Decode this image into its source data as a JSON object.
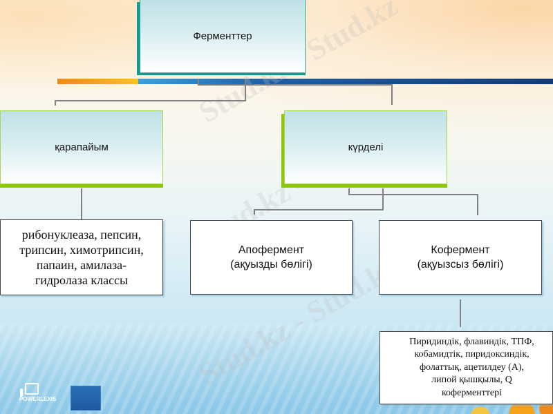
{
  "diagram": {
    "root": {
      "label": "Ферменттер"
    },
    "simple": {
      "label": "қарапайым"
    },
    "complex": {
      "label": "күрделі"
    },
    "simple_examples": {
      "lines": [
        "рибонуклеаза, пепсин,",
        "трипсин, химотрипсин,",
        "папаин, амилаза-",
        "гидролаза классы"
      ]
    },
    "apoenzyme": {
      "lines": [
        "Апофермент",
        "(ақуызды бөлігі)"
      ]
    },
    "coenzyme": {
      "lines": [
        "Кофермент",
        "(ақуызсыз бөлігі)"
      ]
    },
    "coenzyme_examples": {
      "lines": [
        "Пиридиндік, флавиндік, ТПФ,",
        "кобамидтік, пиридоксиндік,",
        "фолаттық, ацетилдеу (А),",
        "липой қышқылы, Q",
        "коферменттері"
      ]
    }
  },
  "watermark": {
    "text": "Stud.kz - Stud.kz"
  },
  "footer": {
    "logo_text": "POWERLEXIS"
  },
  "colors": {
    "root_border": "#179a8e",
    "level1_border": "#8cc800",
    "connector": "#808080",
    "bar_orange": "#f08a16",
    "bar_blue": "#143a72"
  }
}
